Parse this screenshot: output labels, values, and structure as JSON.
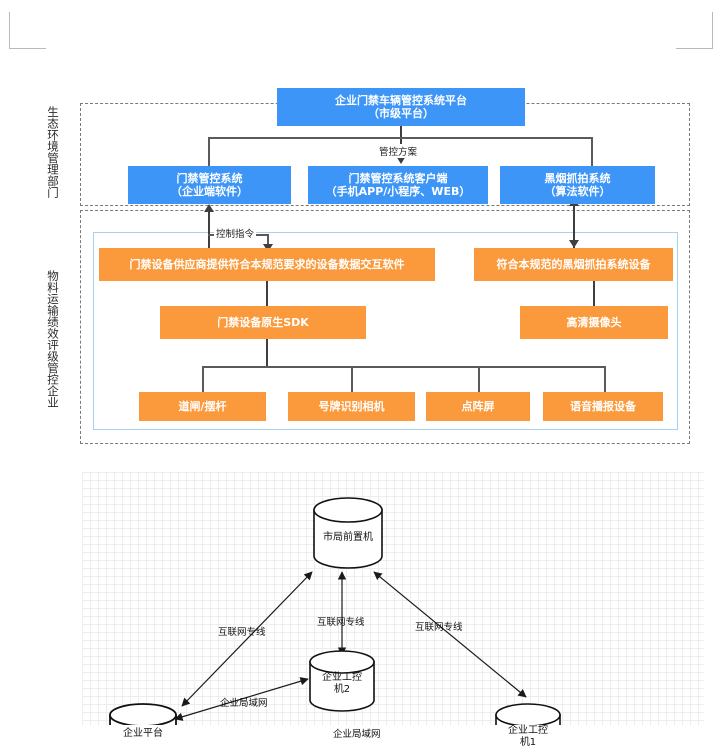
{
  "document": {
    "crop_marks": [
      "top-left",
      "top-right"
    ]
  },
  "architecture": {
    "swimlanes": [
      {
        "id": "gov",
        "label": "生态环境管理部门"
      },
      {
        "id": "ent",
        "label": "物料运输绩效评级管控企业"
      }
    ],
    "nodes": {
      "platform": {
        "line1": "企业门禁车辆管控系统平台",
        "line2": "（市级平台）",
        "color": "#3d96f7"
      },
      "client_ent": {
        "line1": "门禁管控系统",
        "line2": "（企业端软件）",
        "color": "#3d96f7"
      },
      "client_mob": {
        "line1": "门禁管控系统客户端",
        "line2": "（手机APP/小程序、WEB）",
        "color": "#3d96f7"
      },
      "smoke_sys": {
        "line1": "黑烟抓拍系统",
        "line2": "（算法软件）",
        "color": "#3d96f7"
      },
      "sdk_software": {
        "line1": "门禁设备供应商提供符合本规范要求的设备数据交互软件",
        "color": "#fb9a3c"
      },
      "smoke_device": {
        "line1": "符合本规范的黑烟抓拍系统设备",
        "color": "#fb9a3c"
      },
      "native_sdk": {
        "line1": "门禁设备原生SDK",
        "color": "#fb9a3c"
      },
      "hd_camera": {
        "line1": "高清摄像头",
        "color": "#fb9a3c"
      },
      "gate": {
        "line1": "道闸/摆杆",
        "color": "#fb9a3c"
      },
      "plate_cam": {
        "line1": "号牌识别相机",
        "color": "#fb9a3c"
      },
      "dot_screen": {
        "line1": "点阵屏",
        "color": "#fb9a3c"
      },
      "voice": {
        "line1": "语音播报设备",
        "color": "#fb9a3c"
      }
    },
    "edge_labels": {
      "control_plan": "管控方案",
      "control_cmd": "控制指令"
    }
  },
  "network": {
    "nodes": [
      {
        "id": "city-front",
        "label_line1": "市局前置机",
        "label_line2": ""
      },
      {
        "id": "ent-ipc2",
        "label_line1": "企业工控",
        "label_line2": "机2"
      },
      {
        "id": "ent-platform",
        "label_line1": "企业平台",
        "label_line2": ""
      },
      {
        "id": "ent-ipc1",
        "label_line1": "企业工控",
        "label_line2": "机1"
      }
    ],
    "edges": [
      {
        "from": "ent-platform",
        "to": "city-front",
        "label": "互联网专线"
      },
      {
        "from": "ent-ipc2",
        "to": "city-front",
        "label": "互联网专线"
      },
      {
        "from": "ent-ipc1",
        "to": "city-front",
        "label": "互联网专线"
      },
      {
        "from": "ent-platform",
        "to": "ent-ipc2",
        "label": "企业局域网"
      },
      {
        "from": "ent-platform",
        "to": "ent-ipc1",
        "label": "企业局域网"
      }
    ]
  }
}
